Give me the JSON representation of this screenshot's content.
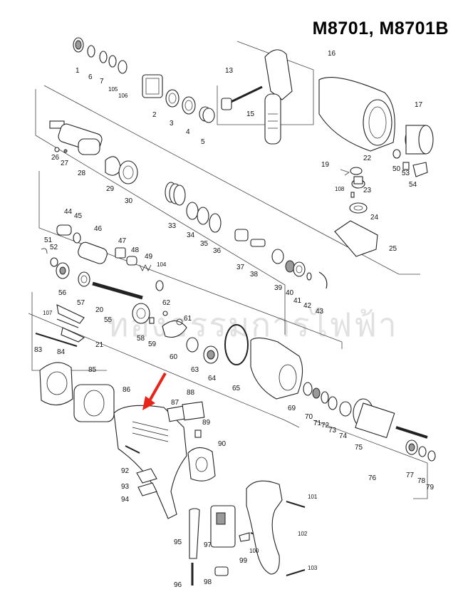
{
  "title": "M8701, M8701B",
  "watermark": "ทองธรรมการไฟฟ้า",
  "arrow_color": "#e8231a",
  "parts": [
    "1",
    "2",
    "3",
    "4",
    "5",
    "6",
    "7",
    "105",
    "106",
    "13",
    "15",
    "16",
    "17",
    "19",
    "22",
    "23",
    "24",
    "25",
    "26",
    "27",
    "28",
    "29",
    "30",
    "33",
    "34",
    "35",
    "36",
    "37",
    "38",
    "39",
    "40",
    "41",
    "42",
    "43",
    "44",
    "45",
    "46",
    "47",
    "48",
    "49",
    "104",
    "50",
    "51",
    "52",
    "53",
    "54",
    "55",
    "56",
    "57",
    "58",
    "59",
    "60",
    "61",
    "62",
    "63",
    "64",
    "65",
    "69",
    "70",
    "71",
    "72",
    "73",
    "74",
    "75",
    "76",
    "77",
    "78",
    "79",
    "83",
    "84",
    "85",
    "86",
    "87",
    "88",
    "89",
    "90",
    "92",
    "93",
    "94",
    "95",
    "96",
    "97",
    "98",
    "99",
    "100",
    "101",
    "102",
    "103",
    "107",
    "108",
    "20",
    "21"
  ]
}
